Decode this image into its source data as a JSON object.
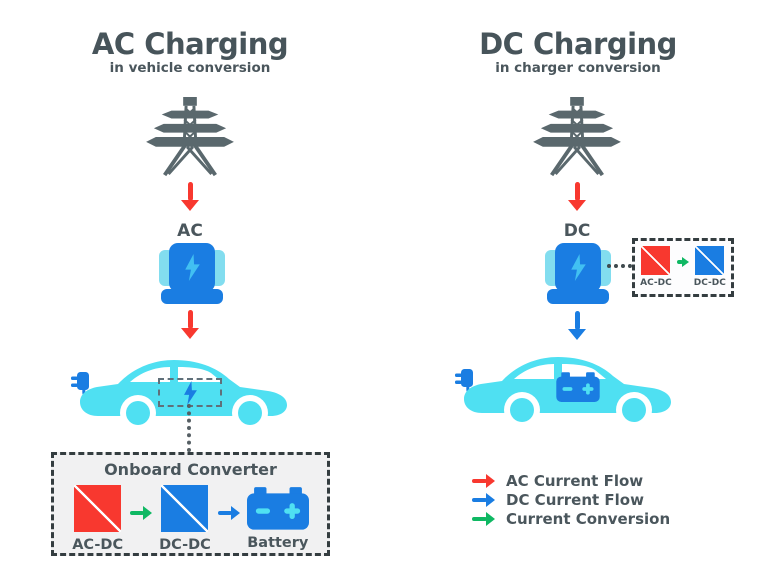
{
  "left": {
    "title": "AC Charging",
    "subtitle": "in vehicle conversion",
    "source_label": "AC",
    "converter": {
      "title": "Onboard Converter",
      "items": [
        {
          "label": "AC-DC"
        },
        {
          "label": "DC-DC"
        },
        {
          "label": "Battery"
        }
      ]
    }
  },
  "right": {
    "title": "DC Charging",
    "subtitle": "in charger conversion",
    "source_label": "DC",
    "converter": {
      "items": [
        {
          "label": "AC-DC"
        },
        {
          "label": "DC-DC"
        }
      ]
    }
  },
  "legend": {
    "items": [
      {
        "label": "AC Current Flow",
        "color": "#f8382f"
      },
      {
        "label": "DC Current Flow",
        "color": "#1a7de2"
      },
      {
        "label": "Current Conversion",
        "color": "#0fb863"
      }
    ]
  },
  "colors": {
    "text_dark": "#4a565c",
    "tower_gray": "#5a686d",
    "ac_red": "#f8382f",
    "dc_blue": "#1a7de2",
    "car_cyan": "#4fe0f2",
    "station_ear_cyan": "#82ddef",
    "bolt_cyan": "#41c0f2",
    "conversion_green": "#0fb863",
    "panel_bg": "#f1f1f2"
  }
}
